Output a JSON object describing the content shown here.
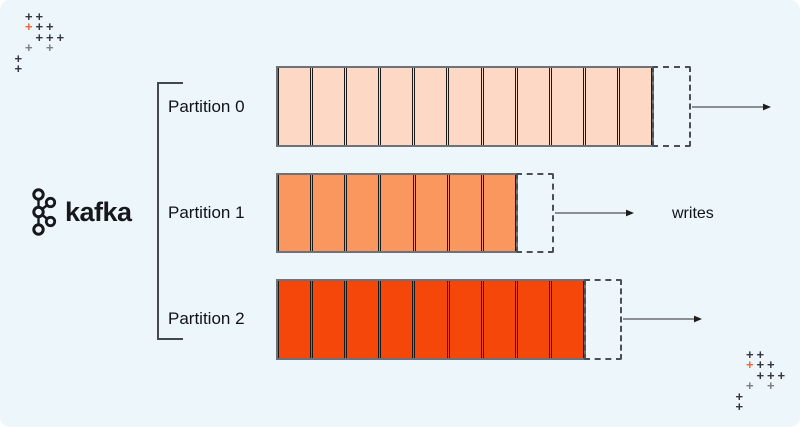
{
  "logo": {
    "text": "kafka"
  },
  "partitions": [
    {
      "id": "partition-0",
      "label": "Partition 0",
      "cells": 11,
      "fill": "#fcd8c5"
    },
    {
      "id": "partition-1",
      "label": "Partition 1",
      "cells": 7,
      "fill": "#f9975f"
    },
    {
      "id": "partition-2",
      "label": "Partition 2",
      "cells": 9,
      "fill": "#f6470a"
    }
  ],
  "annotations": {
    "writes": "writes"
  },
  "decor": {
    "plus_pattern": [
      ".++..",
      ".o++.",
      "..+++",
      ".-.-.",
      "+....",
      "+...."
    ],
    "plus_dark": "#34373f",
    "plus_light": "#7b7e85",
    "plus_orange": "#ee683c"
  },
  "colors": {
    "background": "#edf6fa",
    "ink": "#17181d",
    "text": "#101218",
    "bracket": "#45484e",
    "row_border": "#6e7278",
    "cell_separator": "#1a1a1a",
    "dashed_border": "#4b4f56",
    "arrow_line": "#7c8086",
    "arrow_head": "#1d1d1d"
  }
}
